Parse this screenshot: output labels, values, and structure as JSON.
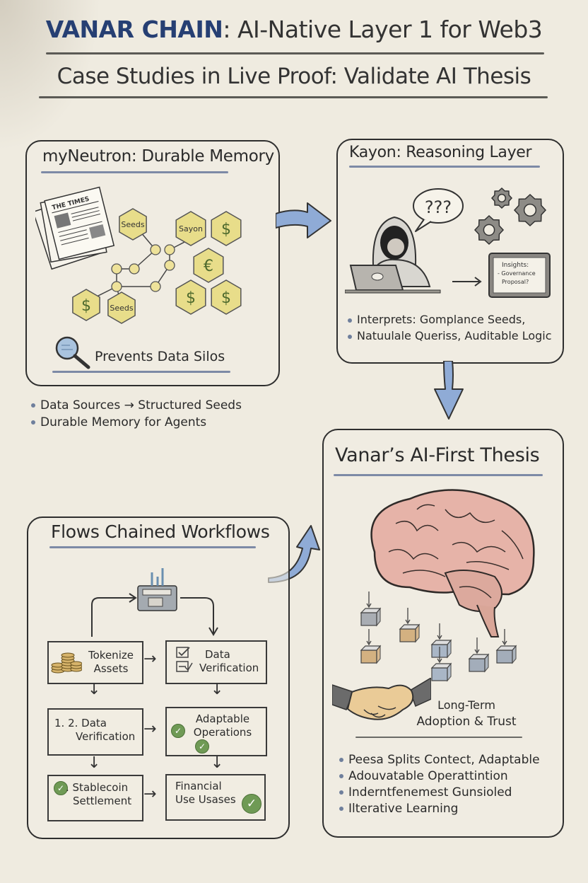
{
  "header": {
    "brand": "VANAR CHAIN",
    "title_rest": ": AI-Native Layer 1 for Web3",
    "subtitle": "Case Studies in Live Proof: Validate AI Thesis"
  },
  "panels": {
    "myneutron": {
      "title": "myNeutron: Durable Memory",
      "newspaper_masthead": "THE TIMES",
      "hexagons": [
        "Seeds",
        "Sayon",
        "$",
        "€",
        "$",
        "$",
        "$",
        "Seeds"
      ],
      "caption": "Prevents Data Silos",
      "bullets": [
        "Data Sources → Structured Seeds",
        "Durable Memory for Agents"
      ]
    },
    "kayon": {
      "title": "Kayon: Reasoning Layer",
      "speech_bubble": "???",
      "screen_lines": [
        "Insights:",
        "- Governance",
        "Proposal?"
      ],
      "bullets": [
        "Interprets: Gomplance Seeds,",
        "Natuulale Queriss, Auditable Logic"
      ]
    },
    "flows": {
      "title": "Flows Chained Workflows",
      "boxes": [
        {
          "label_1": "Tokenize",
          "label_2": "Assets",
          "icon": "coins-icon"
        },
        {
          "label_1": "Data",
          "label_2": "Verification",
          "icon": "checklist-icon"
        },
        {
          "label_1": "1.  2. Data",
          "label_2": "Verification"
        },
        {
          "label_1": "Adaptable",
          "label_2": "Operations",
          "icon": "check-icon"
        },
        {
          "label_1": ". Stablecoin",
          "label_2": "Settlement",
          "icon": "check-icon"
        },
        {
          "label_1": "Financial",
          "label_2": "Use Usases",
          "icon": "check-icon"
        }
      ]
    },
    "thesis": {
      "title": "Vanar’s AI-First Thesis",
      "handshake_caption_1": "Long-Term",
      "handshake_caption_2": "Adoption & Trust",
      "bullets": [
        "Peesa Splits Contect, Adaptable",
        "Adouvatable Operattintion",
        "Inderntfenemest Gunsioled",
        "Ilterative Learning"
      ]
    }
  },
  "colors": {
    "background": "#efebe0",
    "brand": "#263f73",
    "accent_arrow": "#8fabd6",
    "hexagon_fill": "#e8dd8a",
    "hexagon_text": "#4e6a2d",
    "check_green": "#6f9a55",
    "brain_pink": "#e6b3a8"
  }
}
